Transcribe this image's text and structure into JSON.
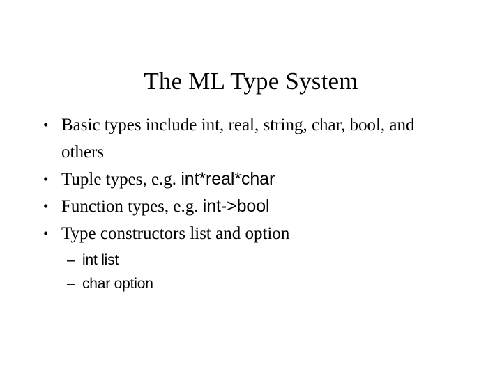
{
  "slide": {
    "title": "The ML Type System",
    "background_color": "#FFFFFF",
    "text_color": "#000000",
    "bullet_glyph": "•",
    "sub_bullet_glyph": "–",
    "bullets": [
      {
        "lead": "Basic types include int, real, string, char, bool, and others",
        "code": "",
        "sub_items": []
      },
      {
        "lead": "Tuple types, e.g. ",
        "code": "int*real*char",
        "sub_items": []
      },
      {
        "lead": "Function types, e.g. ",
        "code": "int->bool",
        "sub_items": []
      },
      {
        "lead": "Type constructors list and option",
        "code": "",
        "sub_items": [
          "int list",
          "char option"
        ]
      }
    ]
  }
}
